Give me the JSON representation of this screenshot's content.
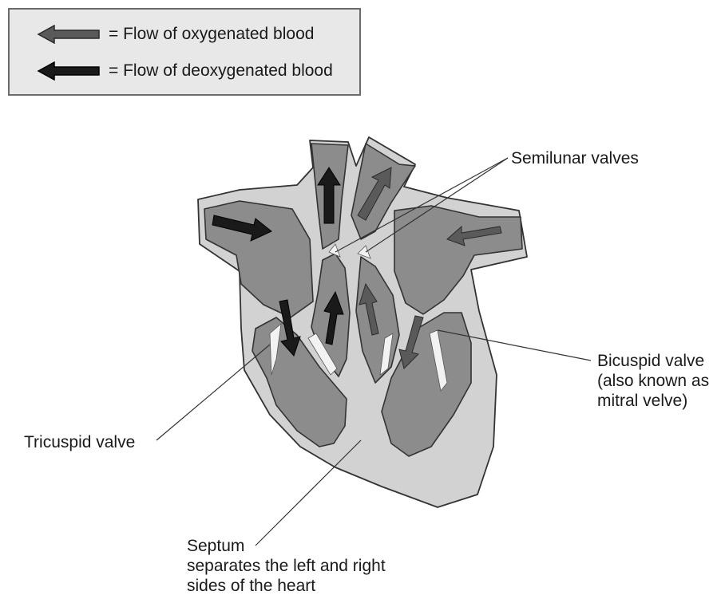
{
  "legend": {
    "oxygenated": "= Flow of oxygenated blood",
    "deoxygenated": "= Flow of deoxygenated blood"
  },
  "labels": {
    "semilunar": "Semilunar valves",
    "bicuspid_line1": "Bicuspid valve",
    "bicuspid_line2": "(also known as",
    "bicuspid_line3": "mitral velve)",
    "tricuspid": "Tricuspid valve",
    "septum_line1": "Septum",
    "septum_line2": "separates the left and right",
    "septum_line3": "sides of the heart"
  },
  "colors": {
    "oxygenated_arrow": "#5a5a5a",
    "deoxygenated_arrow": "#1a1a1a",
    "outer_wall": "#d2d2d2",
    "chamber": "#8c8c8c",
    "valve": "#f2f2f2"
  }
}
